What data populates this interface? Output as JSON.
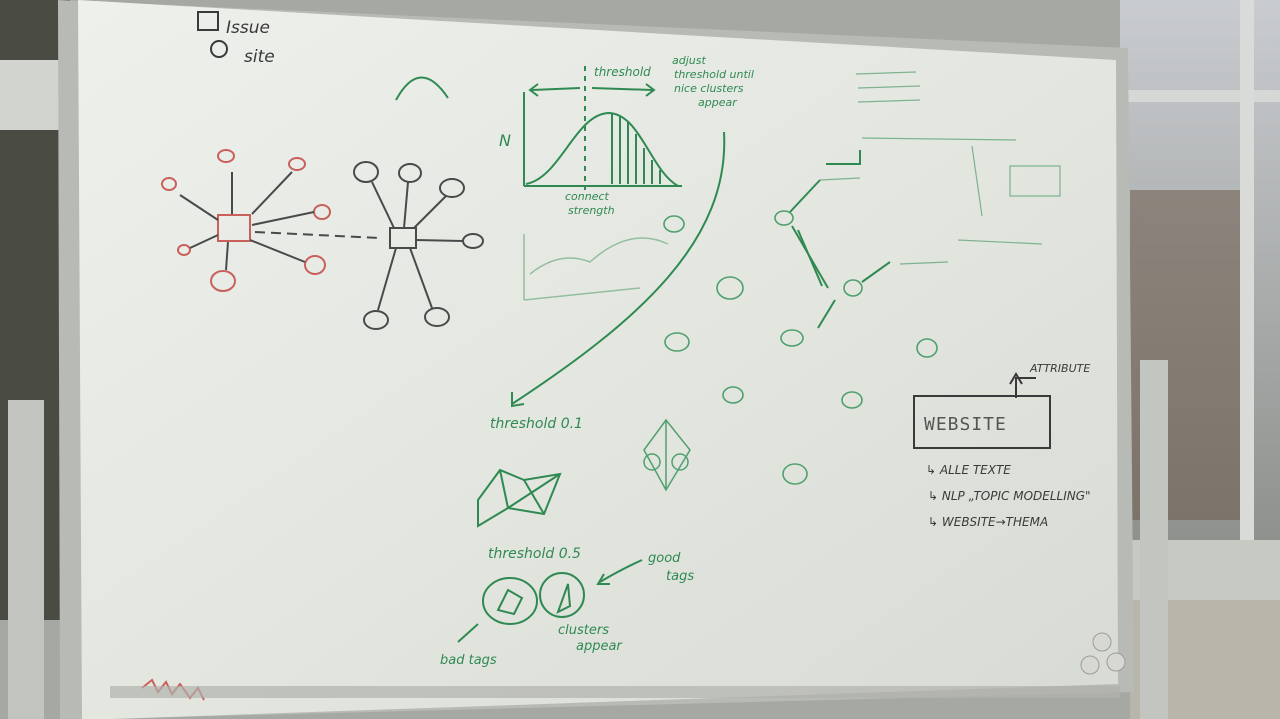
{
  "legend": {
    "issue": "Issue",
    "site": "site"
  },
  "graph": {
    "threshold_label": "threshold",
    "adjust_note": [
      "adjust",
      "threshold until",
      "nice clusters",
      "appear"
    ],
    "y_axis_letter": "N",
    "x_caption": [
      "connect",
      "strength"
    ]
  },
  "thresholds": {
    "low": "threshold 0.1",
    "high": "threshold 0.5"
  },
  "outcomes": {
    "good": [
      "good",
      "tags"
    ],
    "bad": "bad tags",
    "clusters": [
      "clusters",
      "appear"
    ]
  },
  "topic_panel": {
    "attribute": "ATTRIBUTE",
    "box_title": "WEBSITE",
    "items": [
      "↳ ALLE TEXTE",
      "↳ NLP „TOPIC MODELLING\"",
      "↳ WEBSITE→THEMA"
    ]
  },
  "colors": {
    "board": "#e6e9e2",
    "frame": "#b7b9b4",
    "marker_green": "#2f8a52",
    "marker_black": "#3a3a3a",
    "marker_red": "#c8605c"
  }
}
